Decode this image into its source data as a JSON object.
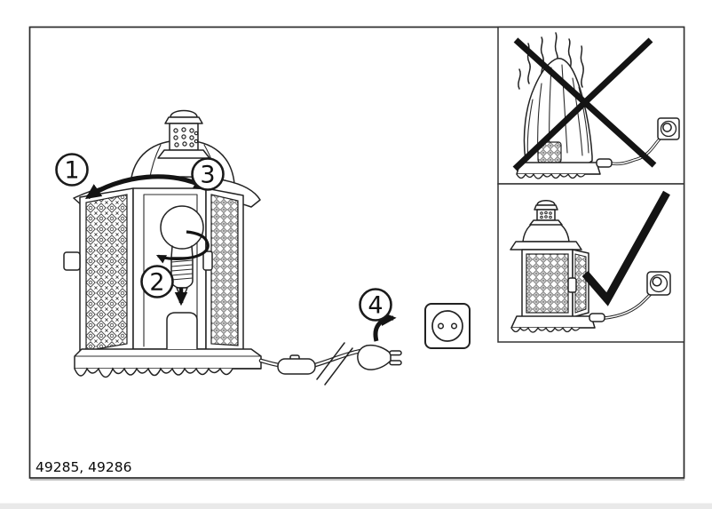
{
  "document": {
    "footer_text": "49285, 49286",
    "background_color": "#ffffff",
    "line_color": "#222222",
    "border_color": "#2b2b2b",
    "symbol_color": "#141414",
    "bottom_strip_color": "#e9e9e9"
  },
  "steps": [
    {
      "label": "1"
    },
    {
      "label": "2"
    },
    {
      "label": "3"
    },
    {
      "label": "4"
    }
  ],
  "panels": {
    "warning": {
      "icon": "cross-mark-icon"
    },
    "correct": {
      "icon": "check-mark-icon"
    }
  }
}
